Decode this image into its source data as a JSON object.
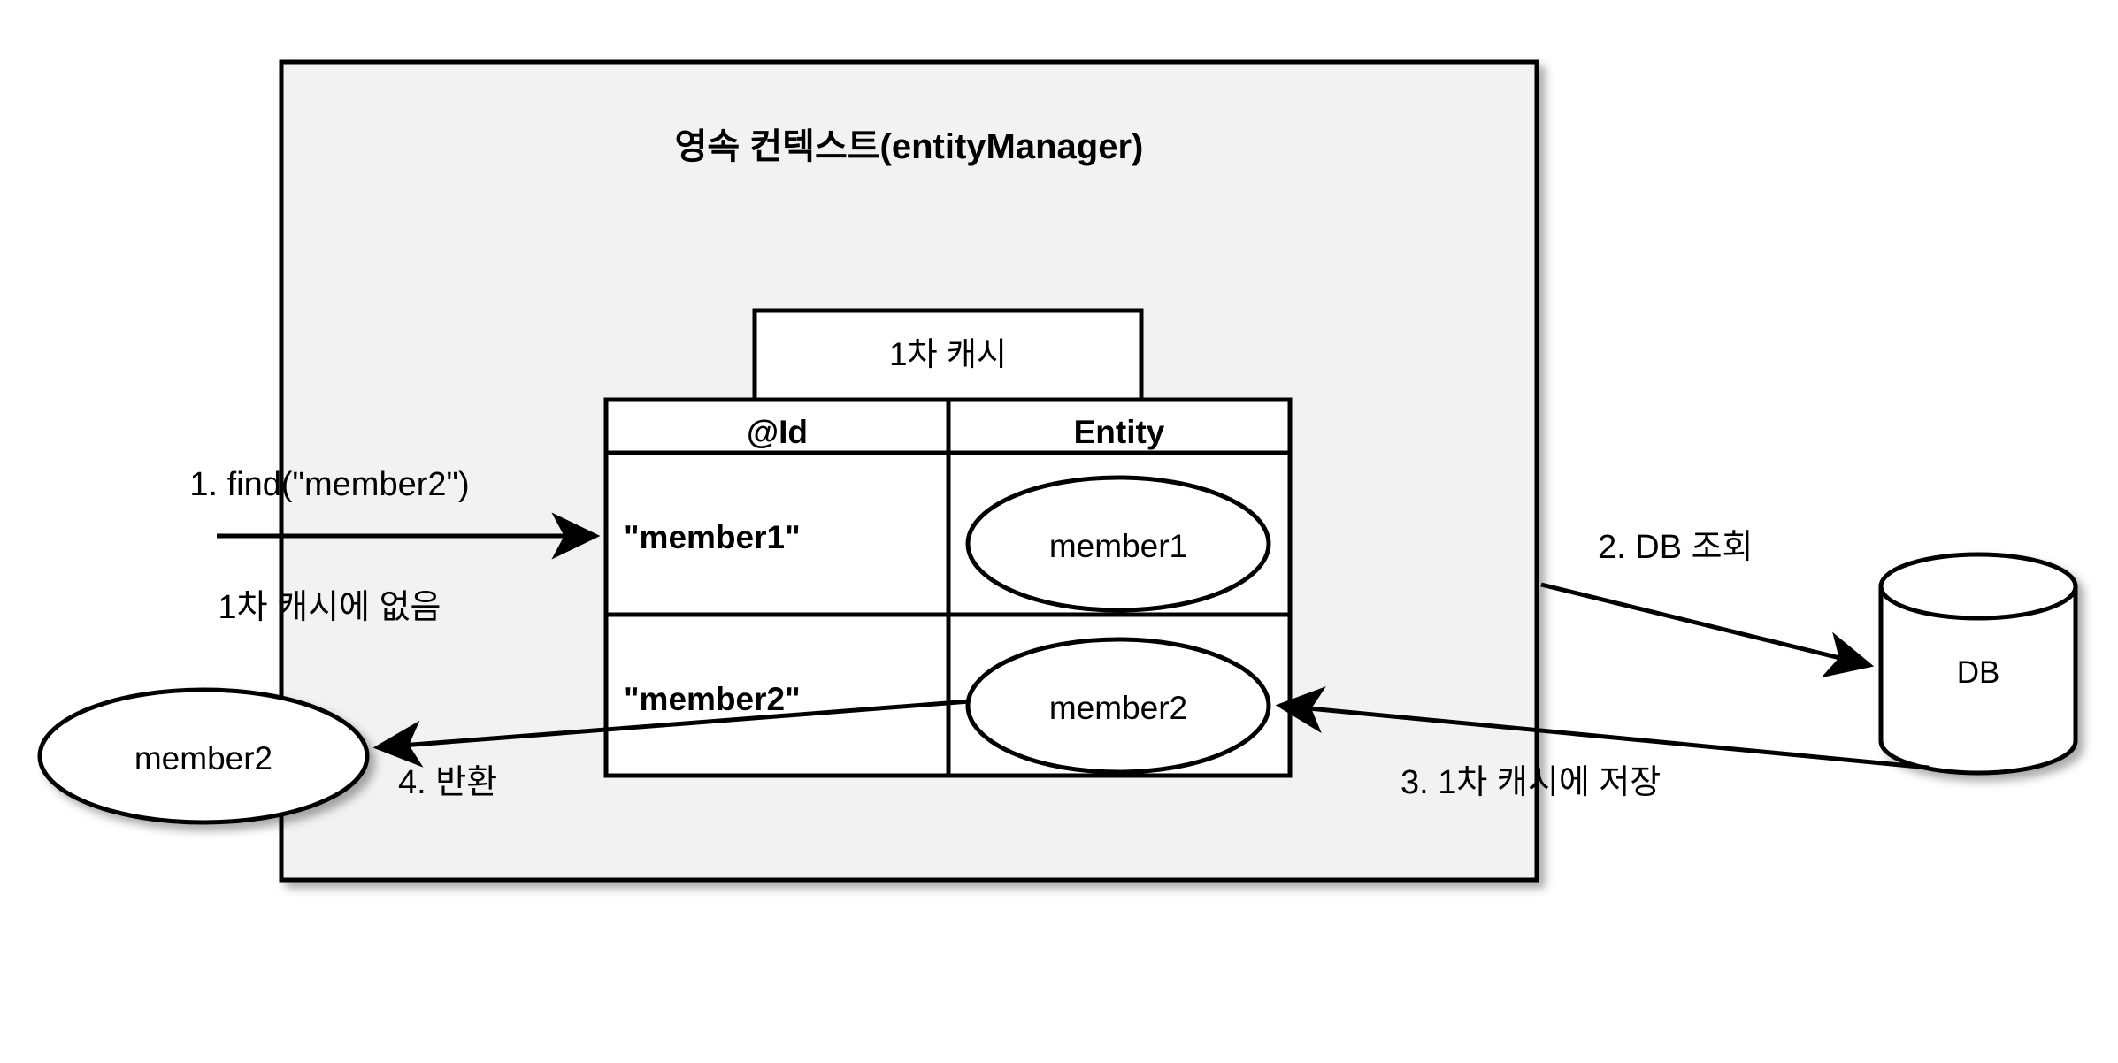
{
  "diagram": {
    "title": "영속 컨텍스트(entityManager)",
    "colors": {
      "context_fill": "#f2f2f2",
      "stroke": "#000000",
      "node_fill": "#ffffff",
      "page_background": "#ffffff"
    },
    "cache_box": {
      "label": "1차 캐시"
    },
    "cache_table": {
      "headers": [
        "@Id",
        "Entity"
      ],
      "rows": [
        {
          "id": "\"member1\"",
          "entity": "member1"
        },
        {
          "id": "\"member2\"",
          "entity": "member2"
        }
      ]
    },
    "database": {
      "label": "DB"
    },
    "returned_entity": {
      "label": "member2"
    },
    "steps": [
      {
        "n": "1",
        "line1": "1. find(\"member2\")",
        "line2": "1차 캐시에 없음"
      },
      {
        "n": "2",
        "line1": "2. DB 조회"
      },
      {
        "n": "3",
        "line1": "3. 1차 캐시에 저장"
      },
      {
        "n": "4",
        "line1": "4. 반환"
      }
    ],
    "icons": {
      "database_cylinder": "database-cylinder-icon",
      "entity_ellipse": "entity-ellipse-icon",
      "flow_arrow": "flow-arrow-icon"
    }
  }
}
